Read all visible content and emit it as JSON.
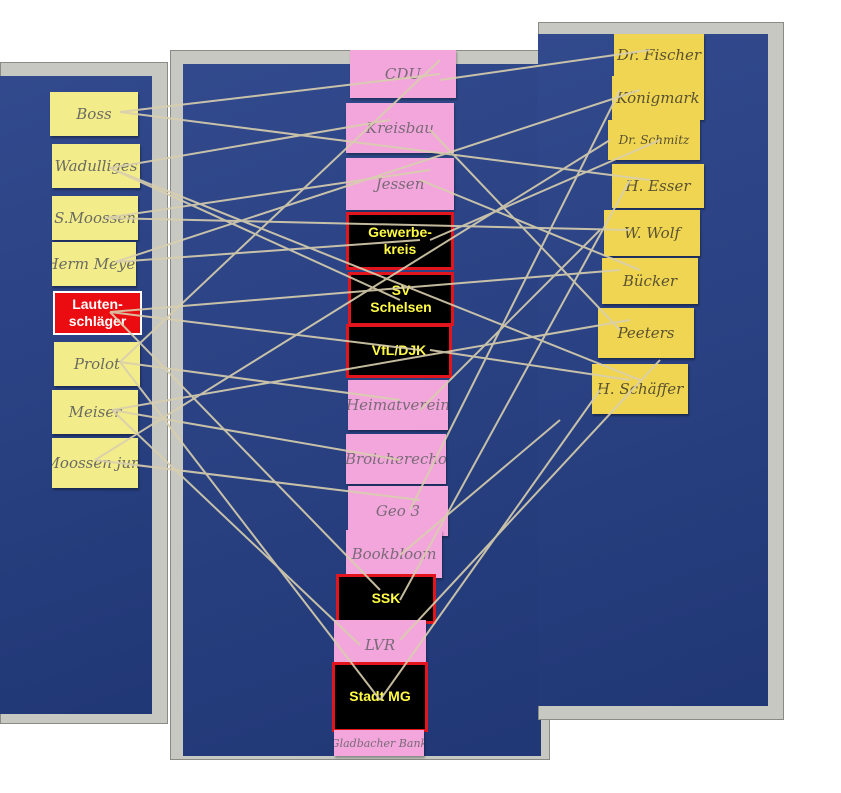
{
  "left_column": [
    {
      "id": "boss",
      "label": "Boss"
    },
    {
      "id": "wadulliges",
      "label": "Wadulliges"
    },
    {
      "id": "smoossen",
      "label": "S.Moossen"
    },
    {
      "id": "meyer",
      "label": "Herm Meyer"
    },
    {
      "id": "prolot",
      "label": "Prolot"
    },
    {
      "id": "meiser",
      "label": "Meiser"
    },
    {
      "id": "moossen-jun",
      "label": "Moossen jun."
    }
  ],
  "highlight_red": {
    "label": "Lauten-\nschläger"
  },
  "center_column": [
    {
      "id": "cdu",
      "label": "CDU"
    },
    {
      "id": "kreisbau",
      "label": "Kreisbau"
    },
    {
      "id": "jessen",
      "label": "Jessen"
    },
    {
      "id": "heimatverein",
      "label": "Heimatverein"
    },
    {
      "id": "broicher-echo",
      "label": "Broicherecho"
    },
    {
      "id": "geo3",
      "label": "Geo 3"
    },
    {
      "id": "bookbloom",
      "label": "Bookbloom"
    },
    {
      "id": "lvr",
      "label": "LVR"
    },
    {
      "id": "gladbacher-bank",
      "label": "Gladbacher Bank"
    }
  ],
  "center_highlights": [
    {
      "id": "gewerbekreis",
      "label": "Gewerbe-\nkreis"
    },
    {
      "id": "sv-schelsen",
      "label": "SV\nSchelsen"
    },
    {
      "id": "vfl-djk",
      "label": "VfL/DJK"
    },
    {
      "id": "ssk",
      "label": "SSK"
    },
    {
      "id": "stadt-mg",
      "label": "Stadt MG"
    }
  ],
  "right_column": [
    {
      "id": "fischer",
      "label": "Dr. Fischer"
    },
    {
      "id": "koenigmark",
      "label": "Königmark"
    },
    {
      "id": "schmitz",
      "label": "Dr. Schmitz"
    },
    {
      "id": "esser",
      "label": "H. Esser"
    },
    {
      "id": "wolf",
      "label": "W. Wolf"
    },
    {
      "id": "buecker",
      "label": "Bücker"
    },
    {
      "id": "peeters",
      "label": "Peeters"
    },
    {
      "id": "schaeffer",
      "label": "H. Schäffer"
    }
  ],
  "colors": {
    "felt": "#253f86",
    "frame": "#c8c8c2",
    "note_yellow": "#f2ec8a",
    "note_gold": "#f0d552",
    "note_pink": "#f2a6dc",
    "highlight_black": "#000000",
    "highlight_border": "#e2141d",
    "highlight_text": "#fffb44",
    "string": "#d9cfae"
  }
}
